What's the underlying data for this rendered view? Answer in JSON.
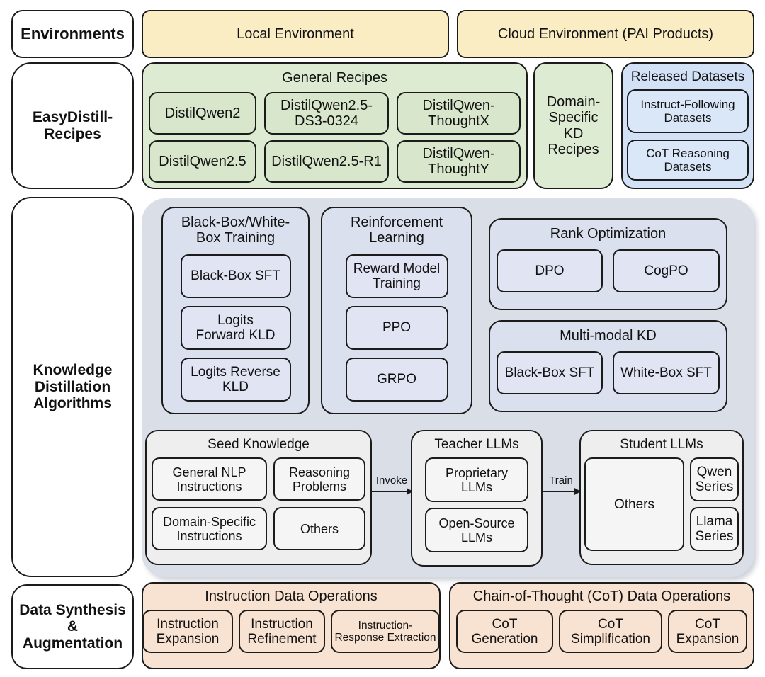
{
  "colors": {
    "yellow": "#FAEDC4",
    "green": "#DEEBD3",
    "blue": "#D2E1F5",
    "panel_gray": "#D9DEE7",
    "algo_blue": "#DBE0EF",
    "orange": "#F8E2D1",
    "border": "#1b1b1b"
  },
  "env": {
    "label": "Environments",
    "local": "Local Environment",
    "cloud": "Cloud Environment (PAI Products)"
  },
  "recipes": {
    "label": "EasyDistill-\nRecipes",
    "general": {
      "title": "General Recipes",
      "items": [
        "DistilQwen2",
        "DistilQwen2.5-\nDS3-0324",
        "DistilQwen-\nThoughtX",
        "DistilQwen2.5",
        "DistilQwen2.5-R1",
        "DistilQwen-\nThoughtY"
      ]
    },
    "domain": "Domain-\nSpecific\nKD\nRecipes",
    "released": {
      "title": "Released Datasets",
      "items": [
        "Instruct-Following\nDatasets",
        "CoT Reasoning\nDatasets"
      ]
    }
  },
  "kd": {
    "label": "Knowledge\nDistillation\nAlgorithms",
    "groups": [
      {
        "title": "Black-Box/White-\nBox Training",
        "items": [
          "Black-Box SFT",
          "Logits\nForward KLD",
          "Logits Reverse\nKLD"
        ]
      },
      {
        "title": "Reinforcement\nLearning",
        "items": [
          "Reward Model\nTraining",
          "PPO",
          "GRPO"
        ]
      },
      {
        "title": "Rank Optimization",
        "items": [
          "DPO",
          "CogPO"
        ]
      },
      {
        "title": "Multi-modal KD",
        "items": [
          "Black-Box SFT",
          "White-Box SFT"
        ]
      }
    ],
    "pipeline": {
      "seed": {
        "title": "Seed Knowledge",
        "items": [
          "General NLP\nInstructions",
          "Reasoning\nProblems",
          "Domain-Specific\nInstructions",
          "Others"
        ]
      },
      "invoke_label": "Invoke",
      "teacher": {
        "title": "Teacher LLMs",
        "items": [
          "Proprietary\nLLMs",
          "Open-Source\nLLMs"
        ]
      },
      "train_label": "Train",
      "student": {
        "title": "Student LLMs",
        "items": [
          "Qwen Series",
          "Llama Series",
          "Others"
        ]
      }
    }
  },
  "synth": {
    "label": "Data Synthesis\n&\nAugmentation",
    "instruction_ops": {
      "title": "Instruction Data Operations",
      "items": [
        "Instruction\nExpansion",
        "Instruction\nRefinement",
        "Instruction-\nResponse Extraction"
      ]
    },
    "cot_ops": {
      "title": "Chain-of-Thought (CoT) Data Operations",
      "items": [
        "CoT\nGeneration",
        "CoT\nSimplification",
        "CoT\nExpansion"
      ]
    }
  }
}
